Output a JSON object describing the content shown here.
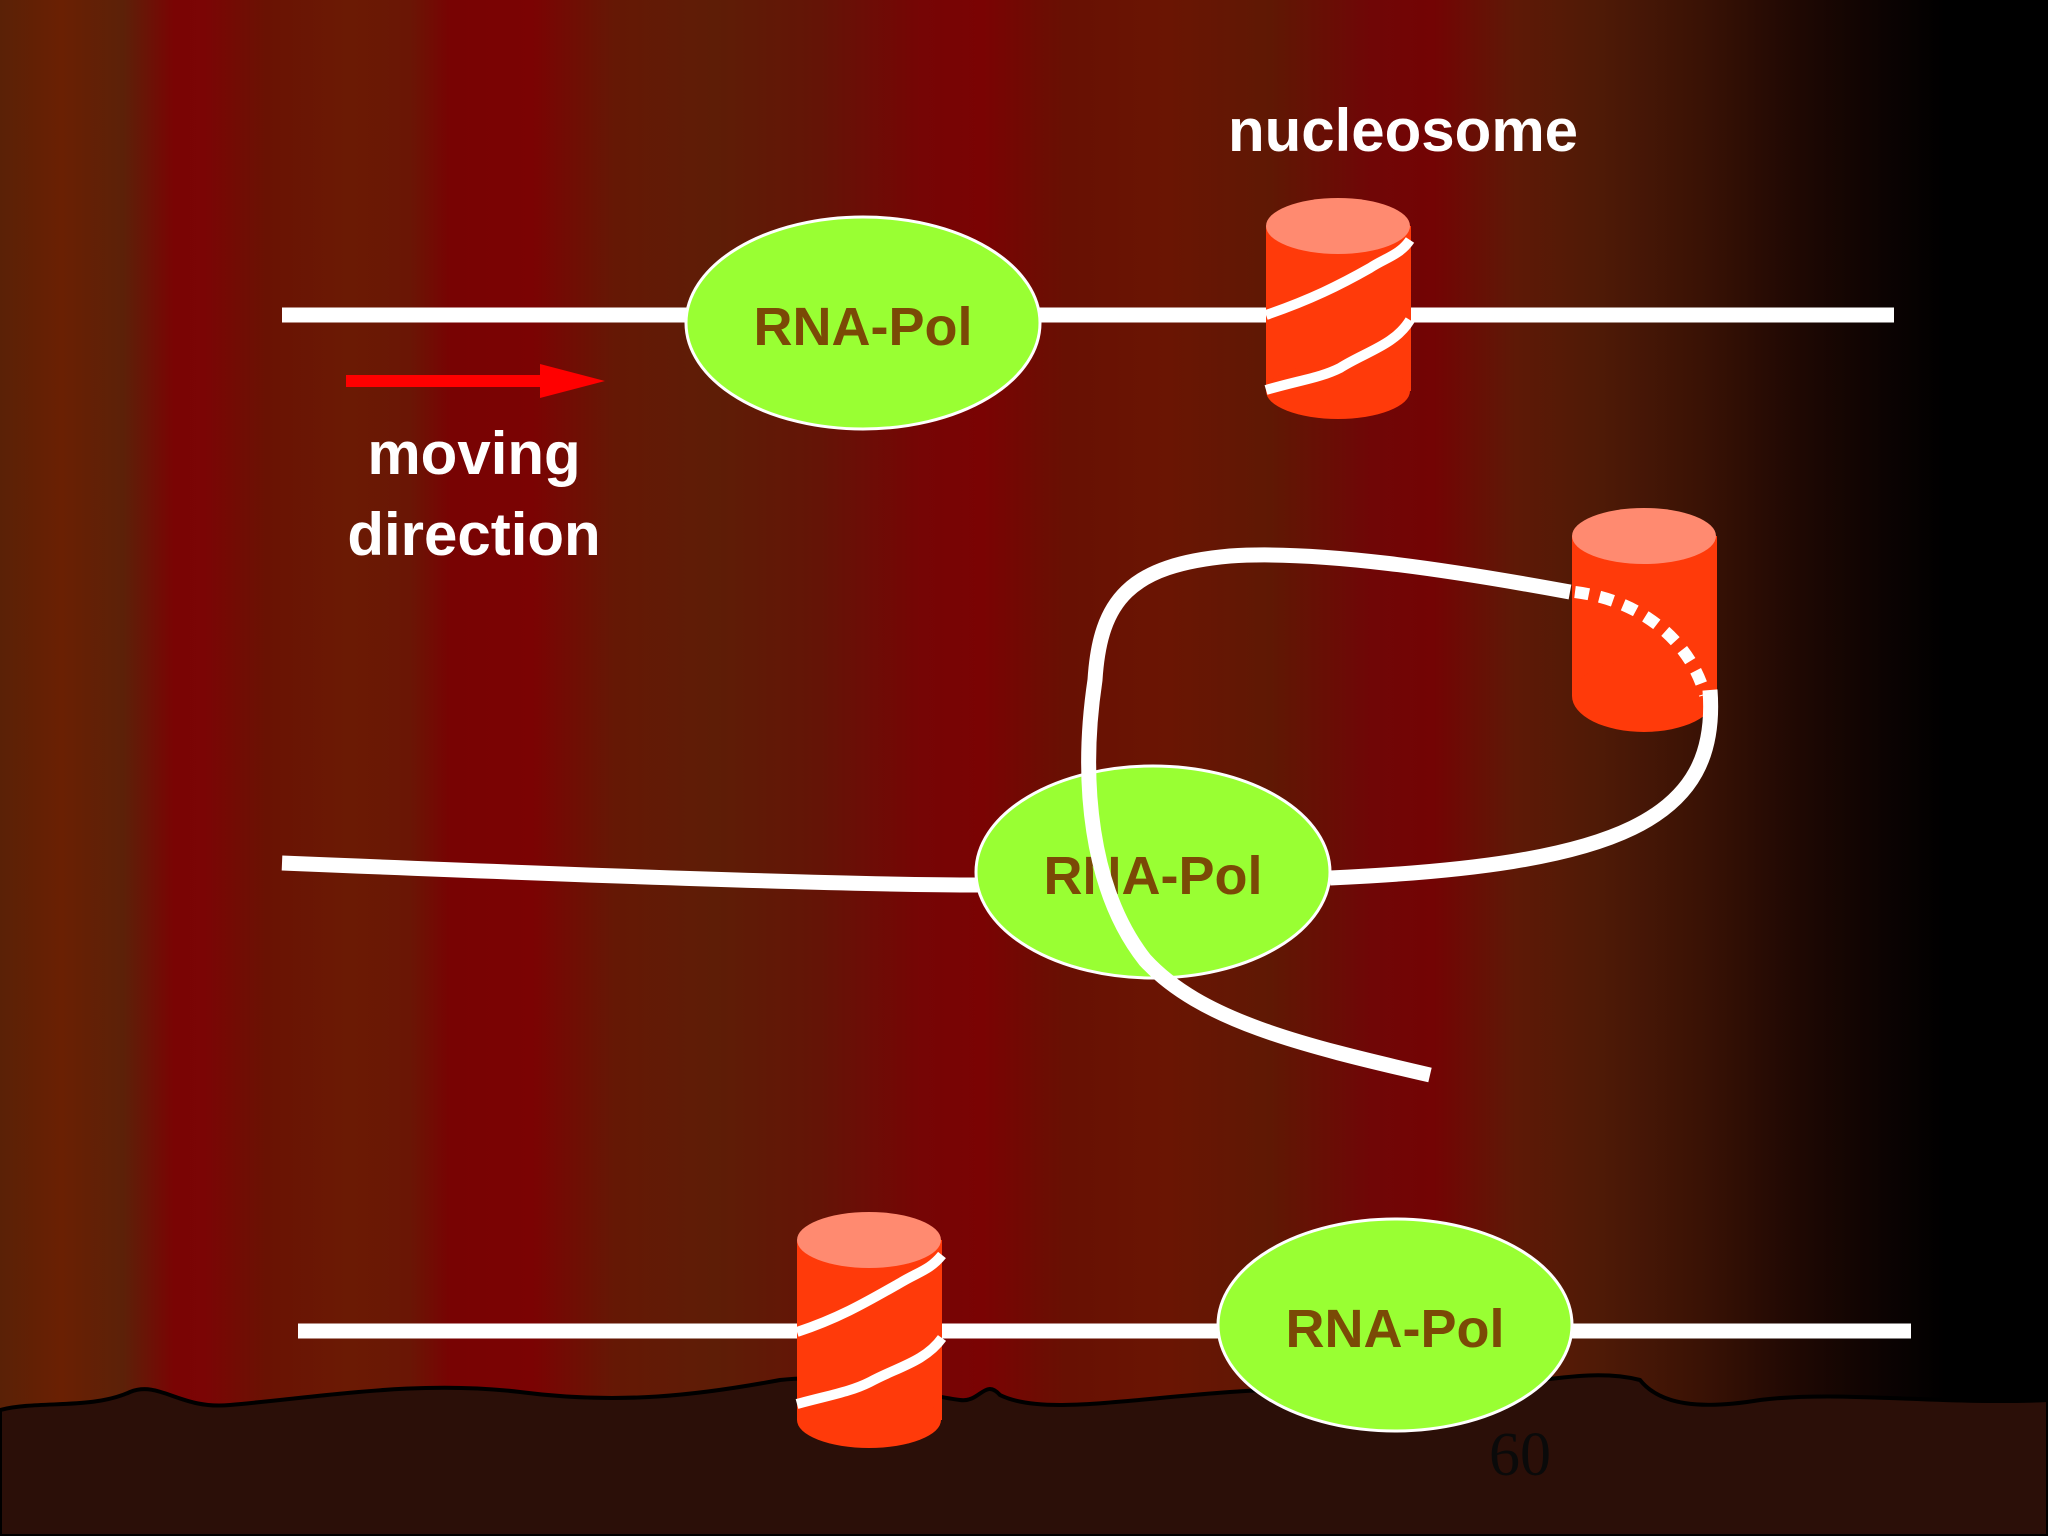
{
  "labels": {
    "nucleosome": "nucleosome",
    "moving_line1": "moving",
    "moving_line2": "direction"
  },
  "polymerases": [
    {
      "label": "RNA-Pol"
    },
    {
      "label": "RNA-Pol"
    },
    {
      "label": "RNA-Pol"
    }
  ],
  "page_number": "60",
  "colors": {
    "dna": "#ffffff",
    "polymerase_fill": "#99ff33",
    "polymerase_text": "#7a4a06",
    "nucleosome_body": "#ff3a0a",
    "nucleosome_top": "#ff8a70",
    "arrow": "#ff0000",
    "label_text": "#ffffff"
  }
}
